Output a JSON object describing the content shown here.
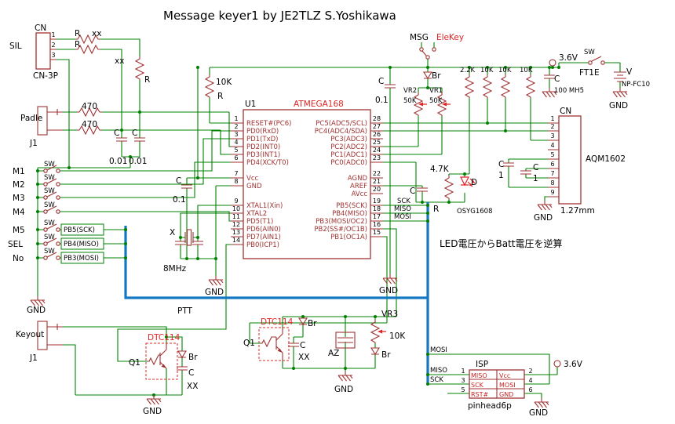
{
  "title": "Message keyer1  by JE2TLZ  S.Yoshikawa",
  "colors": {
    "wire": "#008000",
    "bus": "#1477c4",
    "component": "#a03232",
    "accent": "#e02424",
    "text": "#000000",
    "background": "#ffffff"
  },
  "common": {
    "sw": "SW",
    "gnd": "GND",
    "c": "C",
    "r": "R",
    "xx": "xx",
    "xxu": "XX",
    "br": "Br",
    "q1": "Q1",
    "dtc114": "DTC114",
    "v10k": "10K",
    "v50k": "50K",
    "j1": "J1",
    "cn": "CN",
    "val1": "1"
  },
  "tl": {
    "sil": "SIL",
    "cn3p": "CN-3P",
    "pins": [
      "1",
      "2",
      "3"
    ],
    "v470": "470",
    "v001": "0.01",
    "padle": "Padle",
    "mem": [
      "M1",
      "M2",
      "M3",
      "M4",
      "M5",
      "SEL",
      "No"
    ],
    "pb": [
      "PB5(SCK)",
      "PB4(MISO)",
      "PB3(MOSI)"
    ]
  },
  "ic": {
    "ref": "U1",
    "part": "ATMEGA168",
    "left": [
      {
        "n": "1",
        "name": "RESET#(PC6)"
      },
      {
        "n": "2",
        "name": "PD0(RxD)"
      },
      {
        "n": "3",
        "name": "PD1(TxD)"
      },
      {
        "n": "4",
        "name": "PD2(INT0)"
      },
      {
        "n": "5",
        "name": "PD3(INT1)"
      },
      {
        "n": "6",
        "name": "PD4(XCK/T0)"
      },
      {
        "n": "7",
        "name": "Vcc"
      },
      {
        "n": "8",
        "name": "GND"
      },
      {
        "n": "9",
        "name": "XTAL1(Xin)"
      },
      {
        "n": "10",
        "name": "XTAL2"
      },
      {
        "n": "11",
        "name": "PD5(T1)"
      },
      {
        "n": "12",
        "name": "PD6(AIN0)"
      },
      {
        "n": "13",
        "name": "PD7(AIN1)"
      },
      {
        "n": "14",
        "name": "PB0(ICP1)"
      }
    ],
    "right": [
      {
        "n": "28",
        "name": "PC5(ADC5/SCL)"
      },
      {
        "n": "27",
        "name": "PC4(ADC4/SDA)"
      },
      {
        "n": "26",
        "name": "PC3(ADC3)"
      },
      {
        "n": "25",
        "name": "PC2(ADC2)"
      },
      {
        "n": "24",
        "name": "PC1(ADC1)"
      },
      {
        "n": "23",
        "name": "PC0(ADC0)"
      },
      {
        "n": "22",
        "name": "AGND"
      },
      {
        "n": "21",
        "name": "AREF"
      },
      {
        "n": "20",
        "name": "AVcc"
      },
      {
        "n": "19",
        "name": "PB5(SCK)"
      },
      {
        "n": "18",
        "name": "PB4(MISO)"
      },
      {
        "n": "17",
        "name": "PB3(MOSI/OC2)"
      },
      {
        "n": "16",
        "name": "PB2(SS#/OC1B)"
      },
      {
        "n": "15",
        "name": "PB1(OC1A)"
      }
    ]
  },
  "ctr": {
    "x": "X",
    "mhz": "8MHz",
    "v01": "0.1"
  },
  "tr": {
    "msg": "MSG",
    "elekey": "EleKey",
    "vr2": "VR2",
    "vr1": "VR1",
    "v22k": "2.2K",
    "v36": "3.6V",
    "c100": "100 MH5",
    "ft1e": "FT1E",
    "v": "V",
    "batt": "NP-FC10"
  },
  "lcd": {
    "pins": [
      "1",
      "2",
      "3",
      "4",
      "5",
      "6",
      "7",
      "8",
      "9"
    ],
    "part": "AQM1602",
    "pitch": "1.27mm"
  },
  "led": {
    "v47k": "4.7K",
    "d": "D",
    "part": "OSYG1608"
  },
  "spi": {
    "sck": "SCK",
    "miso": "MISO",
    "mosi": "MOSI"
  },
  "note": "LED電圧からBatt電圧を逆算",
  "bt": {
    "ptt": "PTT",
    "keyout": "Keyout",
    "az": "AZ",
    "vr3": "VR3"
  },
  "isp": {
    "title": "ISP",
    "name": "pinhead6p",
    "rows": [
      {
        "l": "MISO",
        "r": "Vcc"
      },
      {
        "l": "SCK",
        "r": "MOSI"
      },
      {
        "l": "RST#",
        "r": "GND"
      }
    ],
    "nl": [
      "1",
      "3",
      "5"
    ],
    "nr": [
      "2",
      "4",
      "6"
    ]
  }
}
